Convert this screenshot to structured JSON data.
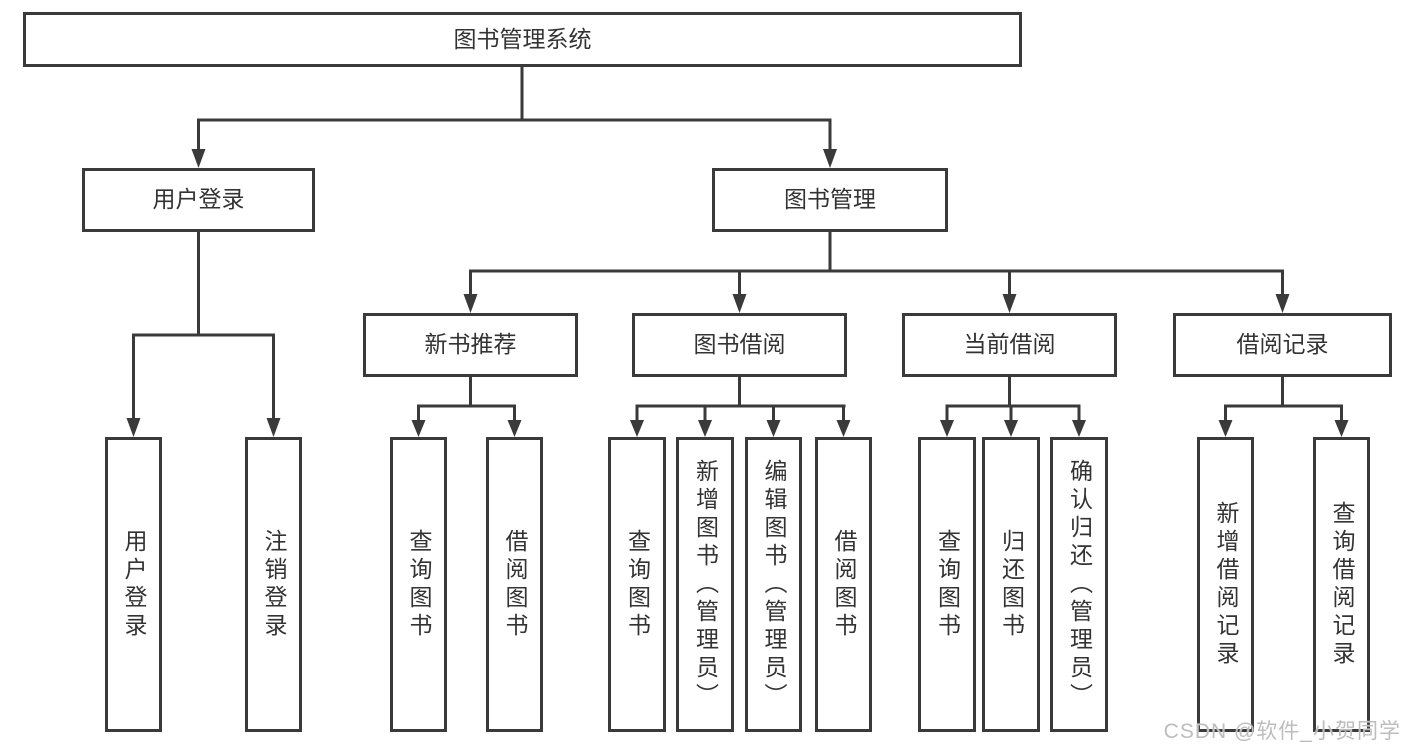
{
  "tree": {
    "root": {
      "label": "图书管理系统"
    },
    "branches": [
      {
        "label": "用户登录",
        "children": [
          {
            "label": "用户登录"
          },
          {
            "label": "注销登录"
          }
        ]
      },
      {
        "label": "图书管理",
        "children": [
          {
            "label": "新书推荐",
            "children": [
              {
                "label": "查询图书"
              },
              {
                "label": "借阅图书"
              }
            ]
          },
          {
            "label": "图书借阅",
            "children": [
              {
                "label": "查询图书"
              },
              {
                "label": "新增图书（管理员）"
              },
              {
                "label": "编辑图书（管理员）"
              },
              {
                "label": "借阅图书"
              }
            ]
          },
          {
            "label": "当前借阅",
            "children": [
              {
                "label": "查询图书"
              },
              {
                "label": "归还图书"
              },
              {
                "label": "确认归还（管理员）"
              }
            ]
          },
          {
            "label": "借阅记录",
            "children": [
              {
                "label": "新增借阅记录"
              },
              {
                "label": "查询借阅记录"
              }
            ]
          }
        ]
      }
    ]
  },
  "watermark": {
    "text": "CSDN @软件_小贺同学"
  },
  "colors": {
    "line": "#3a3a3a",
    "text": "#333333",
    "background": "#ffffff",
    "watermark": "#bdbdbd"
  }
}
